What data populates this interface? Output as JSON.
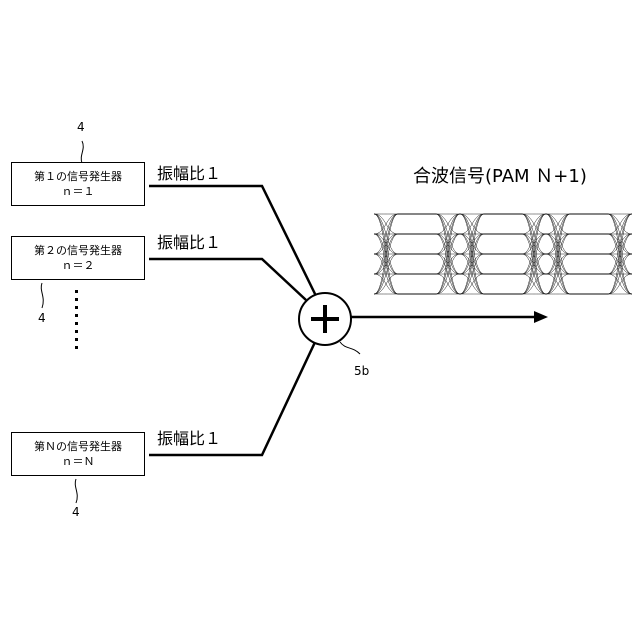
{
  "generators": [
    {
      "name": "第１の信号発生器",
      "index": "ｎ＝１",
      "amplitude_ratio": "振幅比１"
    },
    {
      "name": "第２の信号発生器",
      "index": "ｎ＝２",
      "amplitude_ratio": "振幅比１"
    },
    {
      "name": "第Ｎの信号発生器",
      "index": "ｎ＝Ｎ",
      "amplitude_ratio": "振幅比１"
    }
  ],
  "refs": {
    "generator_top": "4",
    "generator_mid": "4",
    "generator_bottom": "4",
    "adder": "5b"
  },
  "output_label": "合波信号(PAM Ｎ+1)",
  "adder_symbol": "plus-icon"
}
